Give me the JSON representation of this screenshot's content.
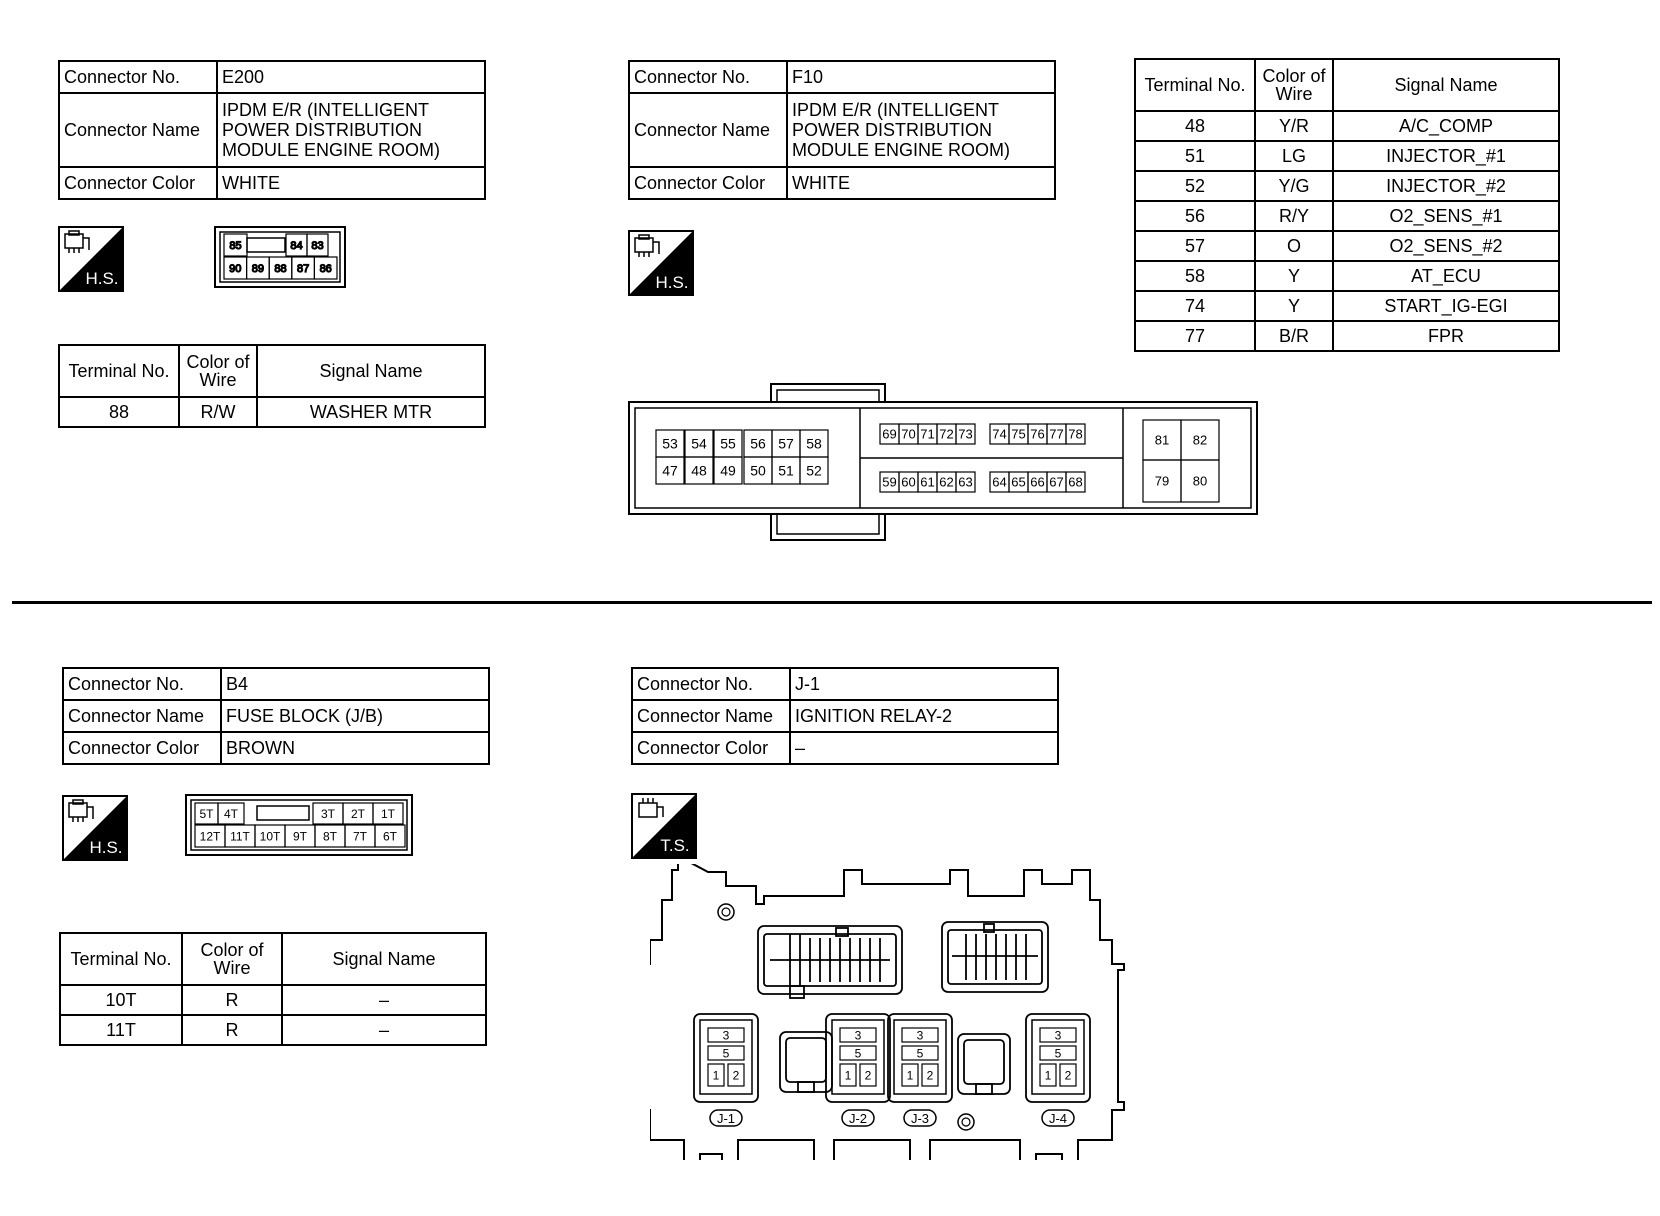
{
  "e200": {
    "connector_no_label": "Connector No.",
    "connector_no": "E200",
    "connector_name_label": "Connector Name",
    "connector_name_lines": [
      "IPDM E/R (INTELLIGENT",
      "POWER DISTRIBUTION",
      "MODULE ENGINE ROOM)"
    ],
    "connector_color_label": "Connector Color",
    "connector_color": "WHITE",
    "icon_label": "H.S.",
    "pins_top": [
      "85",
      "84",
      "83"
    ],
    "pins_bottom": [
      "90",
      "89",
      "88",
      "87",
      "86"
    ],
    "terminal_header": {
      "terminal": "Terminal No.",
      "color_lines": [
        "Color of",
        "Wire"
      ],
      "signal": "Signal Name"
    },
    "rows": [
      {
        "terminal": "88",
        "color": "R/W",
        "signal": "WASHER MTR"
      }
    ]
  },
  "f10": {
    "connector_no_label": "Connector No.",
    "connector_no": "F10",
    "connector_name_label": "Connector Name",
    "connector_name_lines": [
      "IPDM E/R (INTELLIGENT",
      "POWER DISTRIBUTION",
      "MODULE ENGINE ROOM)"
    ],
    "connector_color_label": "Connector Color",
    "connector_color": "WHITE",
    "icon_label": "H.S.",
    "terminal_header": {
      "terminal": "Terminal No.",
      "color_lines": [
        "Color of",
        "Wire"
      ],
      "signal": "Signal Name"
    },
    "rows": [
      {
        "terminal": "48",
        "color": "Y/R",
        "signal": "A/C_COMP"
      },
      {
        "terminal": "51",
        "color": "LG",
        "signal": "INJECTOR_#1"
      },
      {
        "terminal": "52",
        "color": "Y/G",
        "signal": "INJECTOR_#2"
      },
      {
        "terminal": "56",
        "color": "R/Y",
        "signal": "O2_SENS_#1"
      },
      {
        "terminal": "57",
        "color": "O",
        "signal": "O2_SENS_#2"
      },
      {
        "terminal": "58",
        "color": "Y",
        "signal": "AT_ECU"
      },
      {
        "terminal": "74",
        "color": "Y",
        "signal": "START_IG-EGI"
      },
      {
        "terminal": "77",
        "color": "B/R",
        "signal": "FPR"
      }
    ],
    "left_top": [
      "53",
      "54",
      "55",
      "56",
      "57",
      "58"
    ],
    "left_bottom": [
      "47",
      "48",
      "49",
      "50",
      "51",
      "52"
    ],
    "mid_top_a": [
      "69",
      "70",
      "71",
      "72",
      "73"
    ],
    "mid_top_b": [
      "74",
      "75",
      "76",
      "77",
      "78"
    ],
    "mid_bottom_a": [
      "59",
      "60",
      "61",
      "62",
      "63"
    ],
    "mid_bottom_b": [
      "64",
      "65",
      "66",
      "67",
      "68"
    ],
    "right_pins": [
      "81",
      "82",
      "79",
      "80"
    ]
  },
  "b4": {
    "connector_no_label": "Connector No.",
    "connector_no": "B4",
    "connector_name_label": "Connector Name",
    "connector_name": "FUSE BLOCK (J/B)",
    "connector_color_label": "Connector Color",
    "connector_color": "BROWN",
    "icon_label": "H.S.",
    "pins_top_left": [
      "5T",
      "4T"
    ],
    "pins_top_right": [
      "3T",
      "2T",
      "1T"
    ],
    "pins_bottom": [
      "12T",
      "11T",
      "10T",
      "9T",
      "8T",
      "7T",
      "6T"
    ],
    "terminal_header": {
      "terminal": "Terminal No.",
      "color_lines": [
        "Color of",
        "Wire"
      ],
      "signal": "Signal Name"
    },
    "rows": [
      {
        "terminal": "10T",
        "color": "R",
        "signal": "–"
      },
      {
        "terminal": "11T",
        "color": "R",
        "signal": "–"
      }
    ]
  },
  "j1": {
    "connector_no_label": "Connector No.",
    "connector_no": "J-1",
    "connector_name_label": "Connector Name",
    "connector_name": "IGNITION RELAY-2",
    "connector_color_label": "Connector Color",
    "connector_color": "–",
    "icon_label": "T.S.",
    "relay_pins": [
      "3",
      "5",
      "1",
      "2"
    ],
    "relay_labels": [
      "J-1",
      "J-2",
      "J-3",
      "J-4"
    ]
  }
}
